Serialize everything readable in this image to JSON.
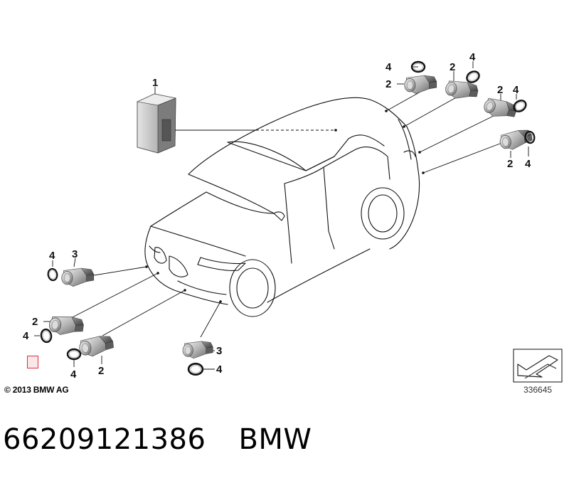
{
  "callouts": {
    "module": "1",
    "rear_top_ring": "4",
    "rear_top_sensor": "2",
    "rear_mid_sensor": "2",
    "rear_mid_ring": "4",
    "rear_right_sensor": "2",
    "rear_right_ring": "4",
    "rear_lower_sensor": "2",
    "rear_lower_ring": "4",
    "front_left_ring": "4",
    "front_left_sensor": "3",
    "front_mid_sensor": "2",
    "front_mid_ring": "4",
    "front_low_ring": "4",
    "front_low_sensor": "2",
    "front_center_sensor": "3",
    "front_center_ring": "4"
  },
  "copyright": "© 2013 BMW AG",
  "image_number": "336645",
  "caption": {
    "part_number": "66209121386",
    "brand": "BMW"
  },
  "colors": {
    "accent_red": "#d83040",
    "line": "#000000"
  }
}
